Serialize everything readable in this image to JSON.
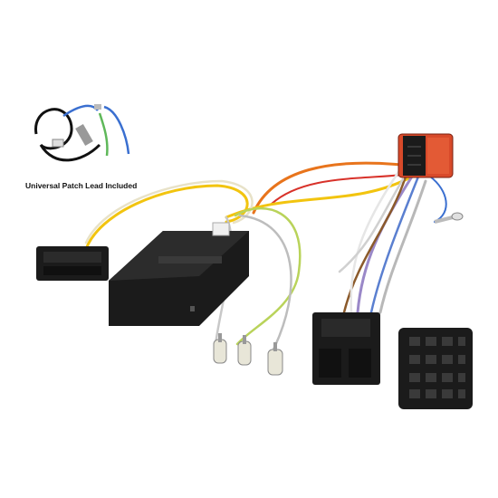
{
  "caption": {
    "text": "Universal Patch Lead Included"
  },
  "components": {
    "patch_lead_kit": "patch-lead-kit",
    "control_box": "steering-interface-box",
    "quadlock_connector": "iso-connector"
  },
  "colors": {
    "background": "#ffffff",
    "plastic_black": "#1b1b1b",
    "wire_orange": "#e8741c",
    "wire_yellow": "#f2c40f",
    "wire_green_yellow": "#b9d35a",
    "wire_grey": "#b8b8b8",
    "wire_purple": "#9a88c8",
    "wire_blue": "#5a7fd0",
    "wire_red": "#d8322a",
    "wire_brown": "#8b5a2b"
  }
}
